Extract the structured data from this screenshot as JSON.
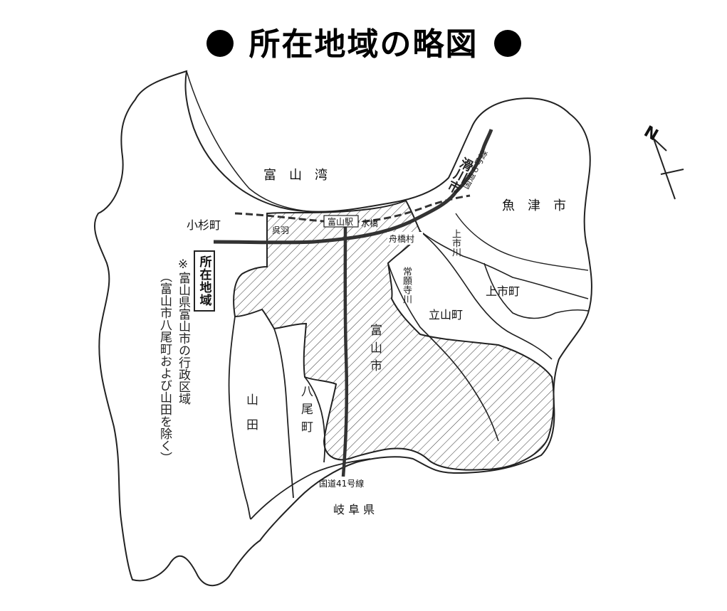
{
  "title": "所在地域の略図",
  "labels": {
    "toyama_bay": "富　山　湾",
    "namerikawa": "滑川市",
    "route8": "国道８号線",
    "uozu": "魚　津　市",
    "kosugi": "小杉町",
    "gofuku": "呉羽",
    "toyama_station": "富山駅",
    "mizuhashi": "水橋",
    "funahashi": "舟橋村",
    "kamiichi_river": "上市川",
    "joganji_river": "常願寺川",
    "kamiichi_town": "上市町",
    "tateyama": "立山町",
    "toyama_city": "富山市",
    "yamada": "山田",
    "yatsuo": "八尾町",
    "route41": "国道41号線",
    "gifu": "岐 阜 県",
    "location_box": "所在地域",
    "note_line1": "※富山県富山市の行政区域",
    "note_line2": "（富山市八尾町および山田を除く）",
    "north": "N"
  }
}
